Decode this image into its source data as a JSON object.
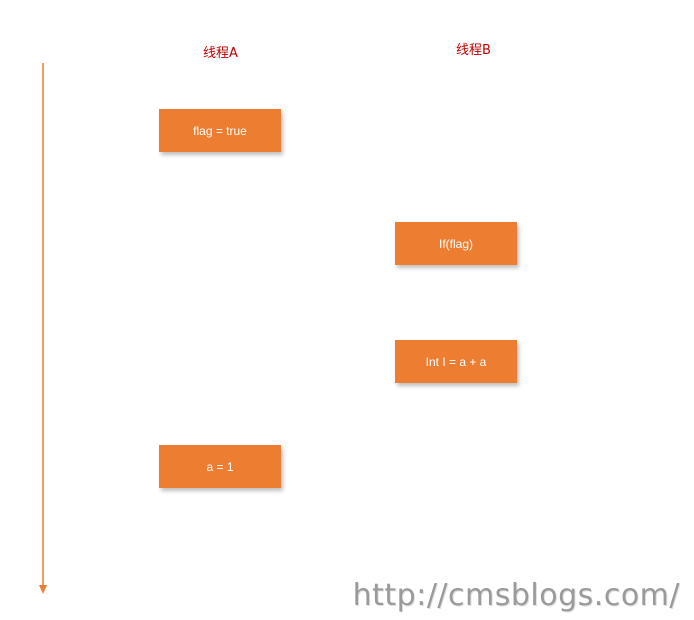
{
  "threads": {
    "a": {
      "label": "线程A"
    },
    "b": {
      "label": "线程B"
    }
  },
  "steps": {
    "a1": "flag = true",
    "b1": "If(flag)",
    "b2": "Int I = a + a",
    "a2": "a = 1"
  },
  "colors": {
    "box": "#ed7d31",
    "box_text": "#ffffff",
    "thread_label": "#c00000",
    "timeline": "#ed7d31",
    "watermark": "#9a9a9a"
  },
  "watermark": "http://cmsblogs.com/"
}
